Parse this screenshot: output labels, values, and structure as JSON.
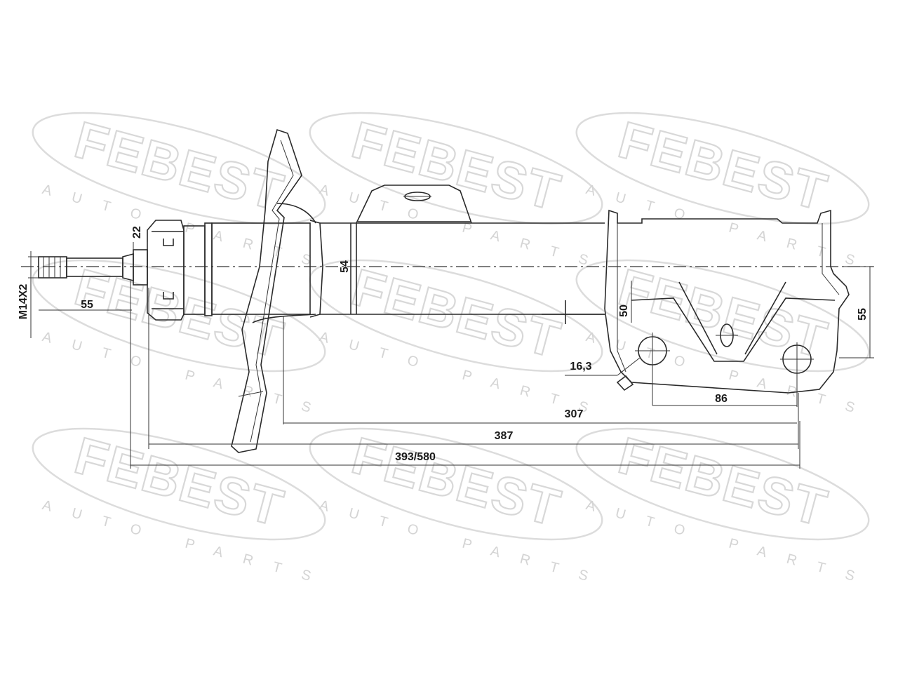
{
  "watermark": {
    "brand": "FEBEST",
    "tagline": "AUTO PARTS"
  },
  "dimensions": {
    "thread": "M14X2",
    "top_width": "22",
    "stud_length": "55",
    "tube_diameter": "54",
    "bracket_height_inner": "50",
    "bracket_height_outer": "55",
    "hole_diameter": "16,3",
    "hole_spacing": "86",
    "length_to_bracket": "307",
    "length_body": "387",
    "length_total": "393/580"
  },
  "colors": {
    "line": "#2a2a2a",
    "watermark": "#d8d8d8",
    "background": "#ffffff"
  }
}
